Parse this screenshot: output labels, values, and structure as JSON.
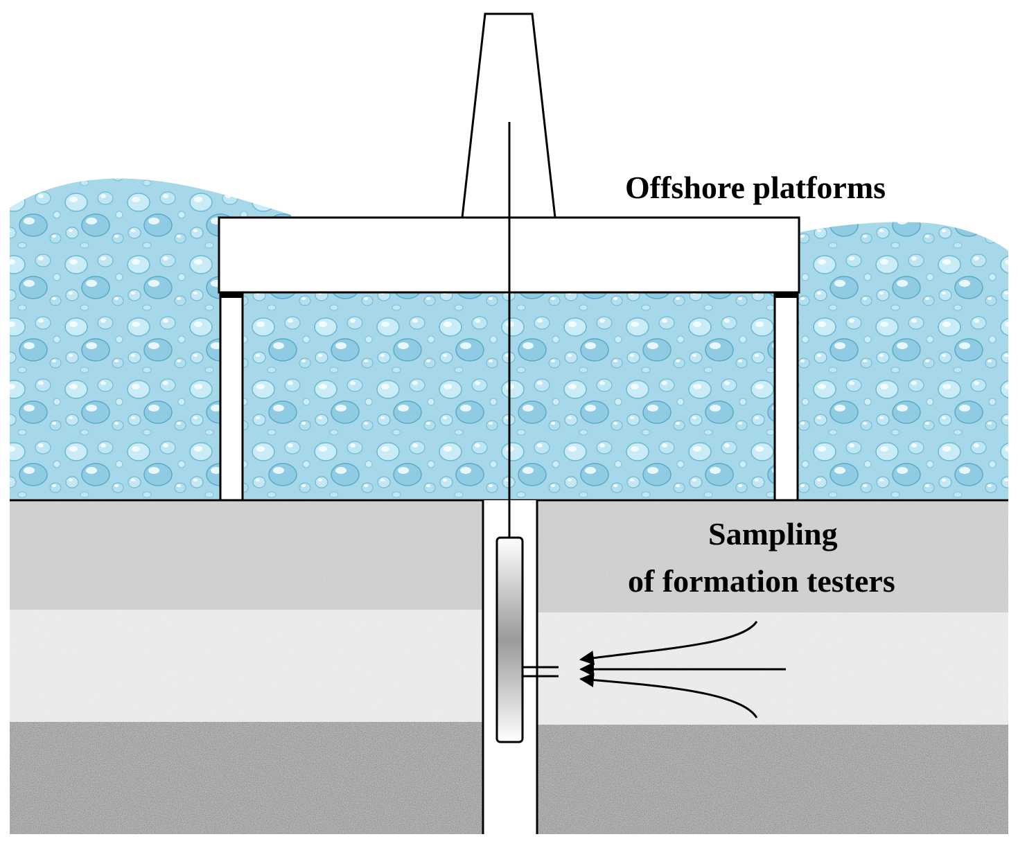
{
  "labels": {
    "platform": "Offshore platforms",
    "sampling_line1": "Sampling",
    "sampling_line2": "of formation testers"
  },
  "colors": {
    "water_light": "#d8eff6",
    "water_mid": "#9fd3e6",
    "water_dark": "#5fb0cc",
    "rock_top": "#d6d6d6",
    "rock_middle": "#efefed",
    "rock_bottom": "#b9b9b9",
    "line": "#000000",
    "white": "#ffffff"
  }
}
